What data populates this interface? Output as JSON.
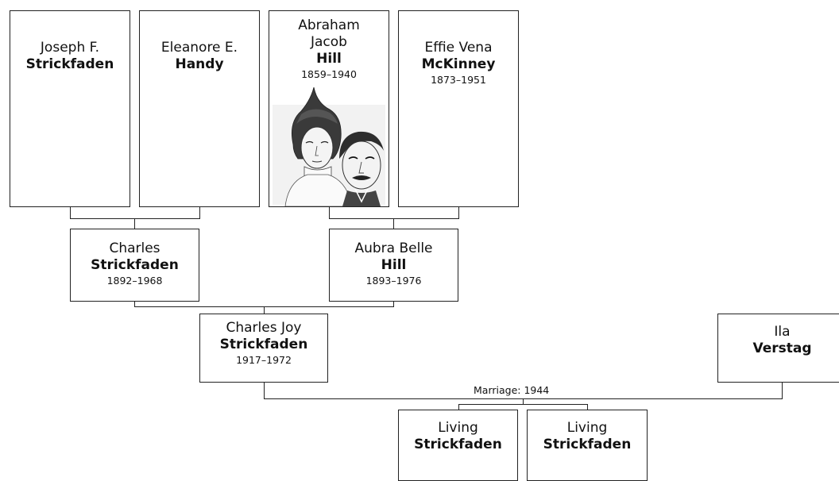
{
  "people": {
    "joseph": {
      "given": "Joseph F.",
      "surname": "Strickfaden",
      "dates": ""
    },
    "eleanore": {
      "given": "Eleanore E.",
      "surname": "Handy",
      "dates": ""
    },
    "abraham": {
      "given_line1": "Abraham",
      "given_line2": "Jacob",
      "surname": "Hill",
      "dates": "1859–1940"
    },
    "effie": {
      "given": "Effie Vena",
      "surname": "McKinney",
      "dates": "1873–1951"
    },
    "charles": {
      "given": "Charles",
      "surname": "Strickfaden",
      "dates": "1892–1968"
    },
    "aubra": {
      "given": "Aubra Belle",
      "surname": "Hill",
      "dates": "1893–1976"
    },
    "charles_joy": {
      "given": "Charles Joy",
      "surname": "Strickfaden",
      "dates": "1917–1972"
    },
    "ila": {
      "given": "Ila",
      "surname": "Verstag",
      "dates": ""
    },
    "living1": {
      "given": "Living",
      "surname": "Strickfaden",
      "dates": ""
    },
    "living2": {
      "given": "Living",
      "surname": "Strickfaden",
      "dates": ""
    }
  },
  "marriage_label": "Marriage: 1944"
}
